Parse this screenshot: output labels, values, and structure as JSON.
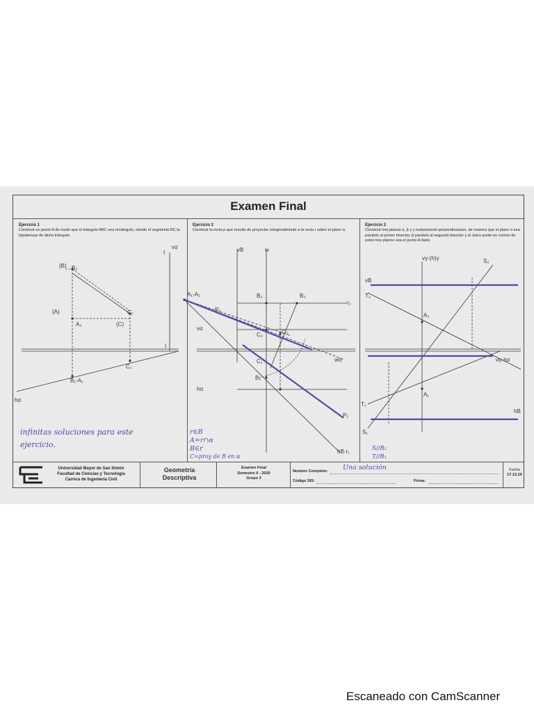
{
  "exam_title": "Examen Final",
  "ex1": {
    "title": "Ejercicio 1",
    "text": "Construir un punto A de modo que el triángulo ABC sea rectángulo, siendo el segmento BC la hipotenusa de dicho triángulo.",
    "labels": [
      "(B)",
      "B₂",
      "(A)",
      "A₂",
      "(C)",
      "C₂",
      "C₁",
      "B₁-A₁",
      "vα",
      "hα",
      "I",
      "I"
    ],
    "note": "infinitas soluciones para este ejercicio."
  },
  "ex2": {
    "title": "Ejercicio 2",
    "text": "Construir la recta p que resulta de proyectar ortogonalmente a la recta r sobre el plano α.",
    "labels": [
      "vB",
      "w",
      "A₁-A₂",
      "B₂",
      "B₃",
      "P₂",
      "r₂",
      "vα",
      "C₂",
      "C₃",
      "wα",
      "C₁",
      "B₁",
      "hα",
      "P₁",
      "hB-r₁"
    ],
    "notes": [
      "r∈B",
      "A=r∩α",
      "B∈r",
      "C=proy de B en α"
    ]
  },
  "ex3": {
    "title": "Ejercicio 3",
    "text": "Construir tres planos α, β y γ mutuamente perpendiculares, de manera que el plano α sea paralelo al primer bisector, β paralelo al segundo bisector y el único punto en común de estos tres planos sea el punto A dado.",
    "labels": [
      "vγ-(h)γ",
      "S₂",
      "vB",
      "T₂",
      "A₂",
      "vα-hα",
      "A₁",
      "hB",
      "T₁",
      "S₁"
    ],
    "notes": [
      "S//B₂",
      "T//B₁"
    ]
  },
  "footer": {
    "university": "Universidad Mayor de San Simón",
    "faculty": "Facultad de Ciencias y Tecnología",
    "career": "Carrera de Ingeniería Civil",
    "course_line1": "Geometría",
    "course_line2": "Descriptiva",
    "exam_line1": "Examen Final",
    "exam_line2": "Semestre II - 2020",
    "exam_line3": "Grupo 3",
    "name_label": "Nombre Completo:",
    "name_value": "Una solución",
    "sis_label": "Código SIS:",
    "signature_label": "Firma:",
    "date_label": "Fecha",
    "date_value": "17.12.20"
  },
  "watermark": "Escaneado con CamScanner",
  "colors": {
    "ink": "#222222",
    "pen": "#4a4aa8",
    "paper": "#ece9ea"
  }
}
